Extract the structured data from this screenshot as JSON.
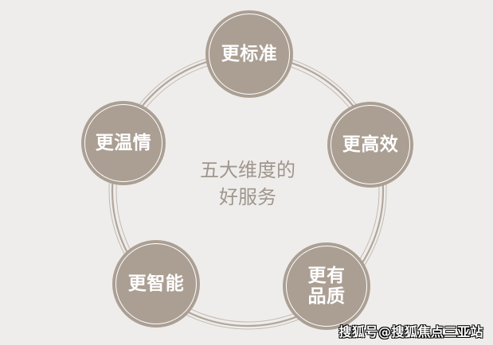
{
  "diagram": {
    "center_title_line1": "五大维度的",
    "center_title_line2": "好服务",
    "nodes": [
      {
        "label": "更标准"
      },
      {
        "label": "更高效"
      },
      {
        "label": "更有品质",
        "line1": "更有",
        "line2": "品质"
      },
      {
        "label": "更智能"
      },
      {
        "label": "更温情"
      }
    ],
    "colors": {
      "background": "#efedeb",
      "node_fill": "#ab9f93",
      "ring_stroke": "#b5aba1",
      "center_text": "#9f968d",
      "node_text": "#ffffff"
    }
  },
  "watermark": "搜狐号@搜狐焦点三亚站"
}
